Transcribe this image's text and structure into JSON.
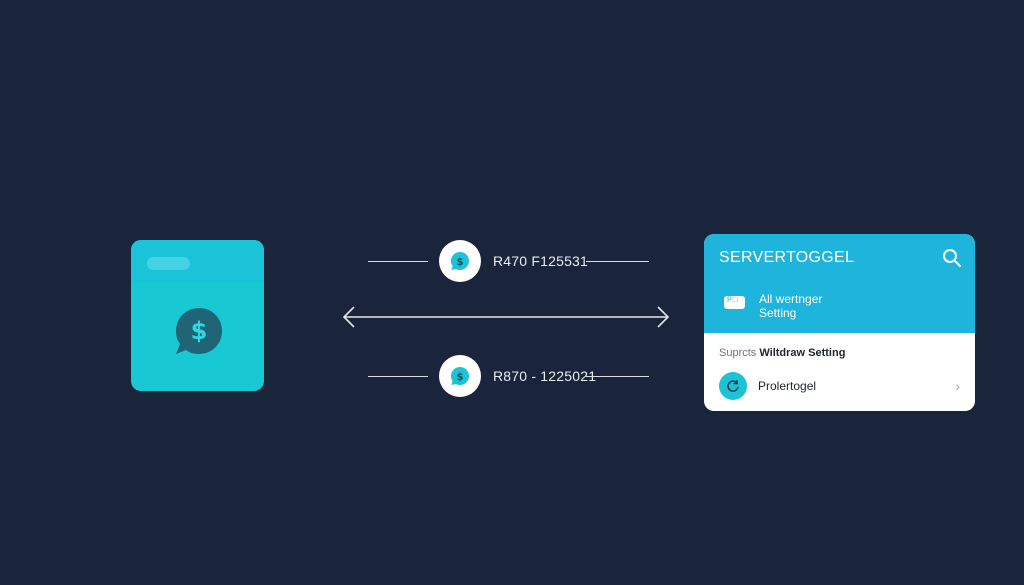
{
  "transfers": [
    {
      "amount": "R470 F125531"
    },
    {
      "amount": "R870 - 1225021"
    }
  ],
  "app_card": {
    "title": "SERVERTOGGEL",
    "header_item": {
      "icon_text": "P□",
      "line1": "All wertnger",
      "line2": "Setting"
    },
    "section": {
      "prefix": "Suprcts",
      "title": "Wiltdraw Setting"
    },
    "list_item": {
      "label": "Prolertogel"
    }
  },
  "colors": {
    "background": "#1a243a",
    "accent_cyan": "#18c9d3",
    "header_blue": "#1fb4dc"
  },
  "icons": {
    "wallet": "wallet-icon",
    "coin": "dollar-chat-icon",
    "search": "search-icon",
    "arrow": "double-arrow-icon",
    "chevron": "chevron-right-icon"
  }
}
